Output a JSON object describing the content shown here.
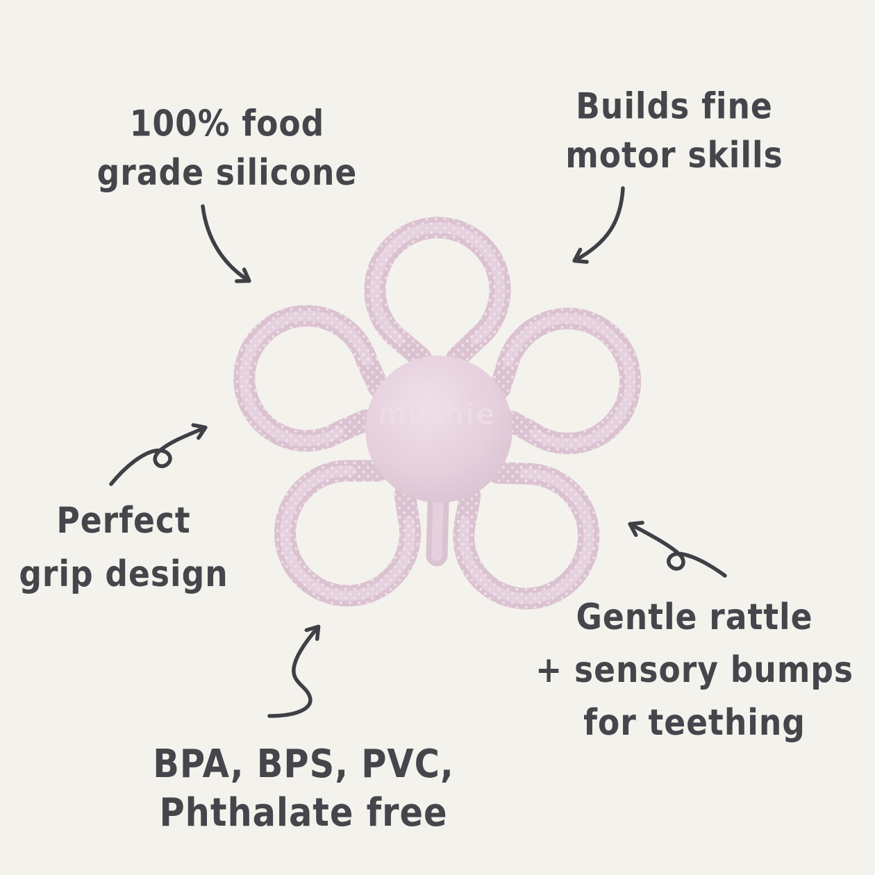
{
  "page": {
    "background_color": "#f4f2ec",
    "text_color": "#45454b",
    "arrow_color": "#3f3f46"
  },
  "product": {
    "name": "Flower-shaped rattle teether",
    "brand_mark": "mushie",
    "silicone_color": "#dbc2d1",
    "ball_color": "#e6d0dd",
    "bump_dot_color": "#f1e3ec"
  },
  "annotations": {
    "food_grade_silicone": {
      "lines": [
        "100% food",
        "grade silicone"
      ]
    },
    "motor_skills": {
      "lines": [
        "Builds fine",
        "motor skills"
      ]
    },
    "grip_design": {
      "lines": [
        "Perfect",
        "grip design"
      ]
    },
    "rattle_sensory": {
      "lines": [
        "Gentle rattle",
        "+ sensory bumps",
        "for teething"
      ]
    },
    "chemical_free": {
      "lines": [
        "BPA, BPS, PVC,",
        "Phthalate free"
      ]
    }
  }
}
